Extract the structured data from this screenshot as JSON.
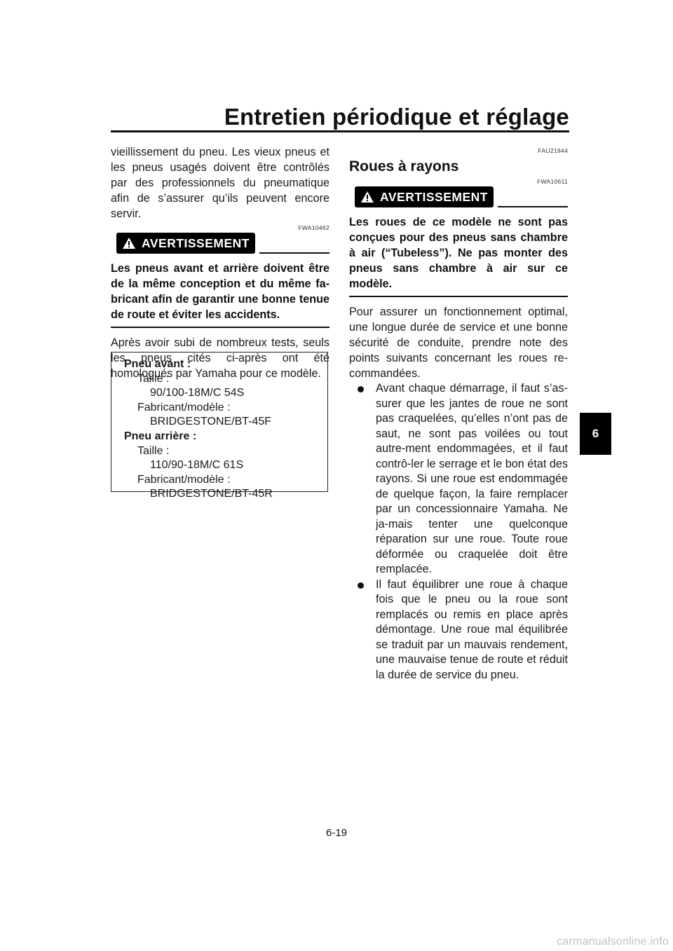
{
  "header": {
    "title": "Entretien périodique et réglage"
  },
  "chapter_tab": "6",
  "left": {
    "intro": "vieillissement du pneu. Les vieux pneus et les pneus usagés doivent être contrôlés par des professionnels du pneumatique afin de s’assurer qu’ils peuvent encore servir.",
    "warning": {
      "code": "FWA10462",
      "label": "AVERTISSEMENT",
      "text": "Les pneus avant et arrière doivent être de la même conception et du même fa-bricant afin de garantir une bonne tenue de route et éviter les accidents."
    },
    "after": "Après avoir subi de nombreux tests, seuls les pneus cités ci-après ont été homologués par Yamaha pour ce modèle."
  },
  "spec": {
    "front_heading": "Pneu avant :",
    "front_size_label": "Taille :",
    "front_size": "90/100-18M/C 54S",
    "front_maker_label": "Fabricant/modèle :",
    "front_maker": "BRIDGESTONE/BT-45F",
    "rear_heading": "Pneu arrière :",
    "rear_size_label": "Taille :",
    "rear_size": "110/90-18M/C 61S",
    "rear_maker_label": "Fabricant/modèle :",
    "rear_maker": "BRIDGESTONE/BT-45R"
  },
  "right": {
    "section_code": "FAU21944",
    "section_title": "Roues à rayons",
    "warning": {
      "code": "FWA10611",
      "label": "AVERTISSEMENT",
      "text": "Les roues de ce modèle ne sont pas conçues pour des pneus sans chambre à air (“Tubeless”). Ne pas monter des pneus sans chambre à air sur ce modèle."
    },
    "intro": "Pour assurer un fonctionnement optimal, une longue durée de service et une bonne sécurité de conduite, prendre note des points suivants concernant les roues re-commandées.",
    "bullets": [
      "Avant chaque démarrage, il faut s’as-surer que les jantes de roue ne sont pas craquelées, qu’elles n’ont pas de saut, ne sont pas voilées ou tout autre-ment endommagées, et il faut contrô-ler le serrage et le bon état des rayons. Si une roue est endommagée de quelque façon, la faire remplacer par un concessionnaire Yamaha. Ne ja-mais tenter une quelconque réparation sur une roue. Toute roue déformée ou craquelée doit être remplacée.",
      "Il faut équilibrer une roue à chaque fois que le pneu ou la roue sont remplacés ou remis en place après démontage. Une roue mal équilibrée se traduit par un mauvais rendement, une mauvaise tenue de route et réduit la durée de service du pneu."
    ]
  },
  "footer": {
    "page_number": "6-19"
  },
  "watermark": "carmanualsonline.info"
}
